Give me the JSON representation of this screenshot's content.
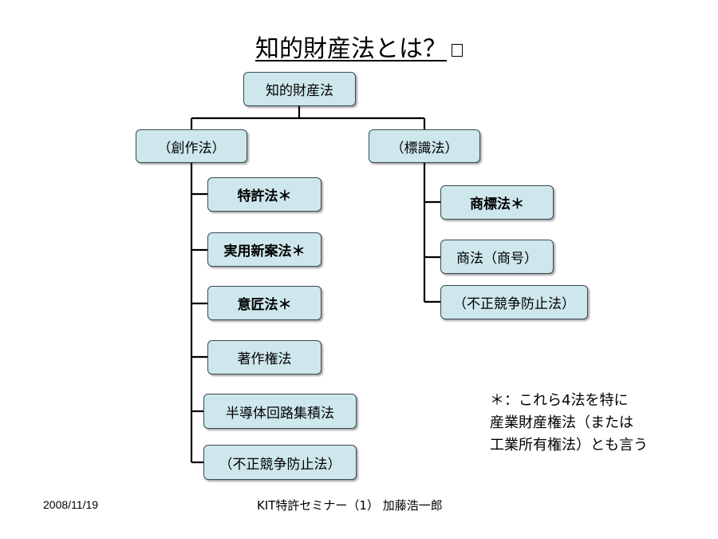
{
  "title": "知的財産法とは？",
  "nodes": {
    "root": "知的財産法",
    "creation": "（創作法）",
    "mark": "（標識法）",
    "patent": "特許法＊",
    "utility": "実用新案法＊",
    "design": "意匠法＊",
    "copyright": "著作権法",
    "circuit": "半導体回路集積法",
    "unfair1": "（不正競争防止法）",
    "trademark": "商標法＊",
    "commercial": "商法（商号）",
    "unfair2": "（不正競争防止法）"
  },
  "note": {
    "line1": "＊：これら4法を特に",
    "line2": "産業財産権法（または",
    "line3": "工業所有権法）とも言う"
  },
  "footer": {
    "date": "2008/11/19",
    "center": "KIT特許セミナー（1）  加藤浩一郎"
  }
}
